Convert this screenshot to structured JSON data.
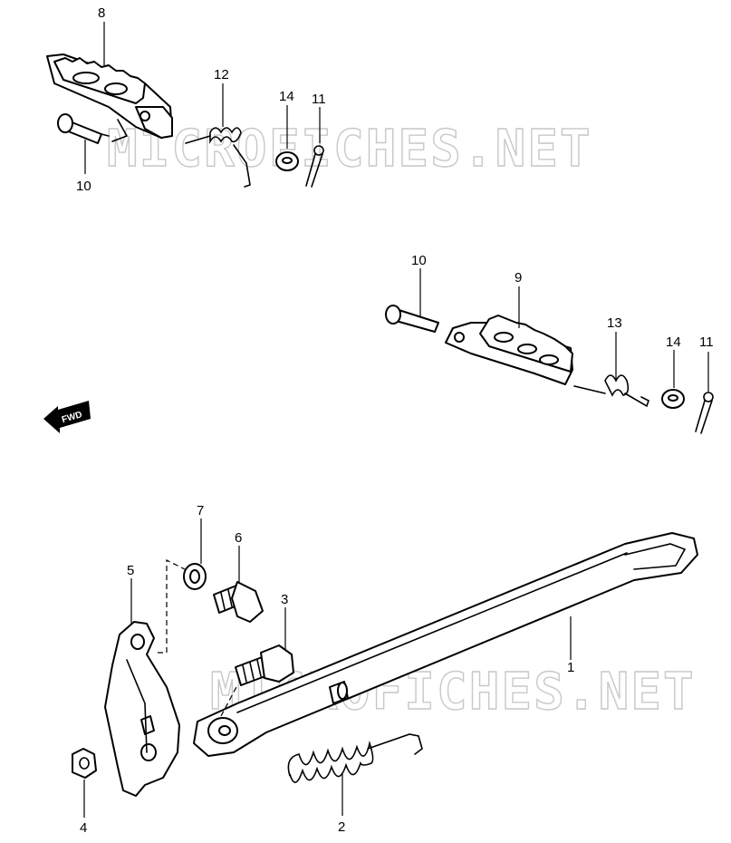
{
  "watermarks": [
    "MICROFICHES.NET",
    "MICROFICHES.NET"
  ],
  "direction_arrow": {
    "label": "FWD",
    "icon": "arrow-left-icon"
  },
  "callouts": [
    {
      "id": "c8",
      "text": "8"
    },
    {
      "id": "c12",
      "text": "12"
    },
    {
      "id": "c14a",
      "text": "14"
    },
    {
      "id": "c11a",
      "text": "11"
    },
    {
      "id": "c10a",
      "text": "10"
    },
    {
      "id": "c10b",
      "text": "10"
    },
    {
      "id": "c9",
      "text": "9"
    },
    {
      "id": "c13",
      "text": "13"
    },
    {
      "id": "c14b",
      "text": "14"
    },
    {
      "id": "c11b",
      "text": "11"
    },
    {
      "id": "c7",
      "text": "7"
    },
    {
      "id": "c6",
      "text": "6"
    },
    {
      "id": "c5",
      "text": "5"
    },
    {
      "id": "c3",
      "text": "3"
    },
    {
      "id": "c1",
      "text": "1"
    },
    {
      "id": "c4",
      "text": "4"
    },
    {
      "id": "c2",
      "text": "2"
    }
  ]
}
